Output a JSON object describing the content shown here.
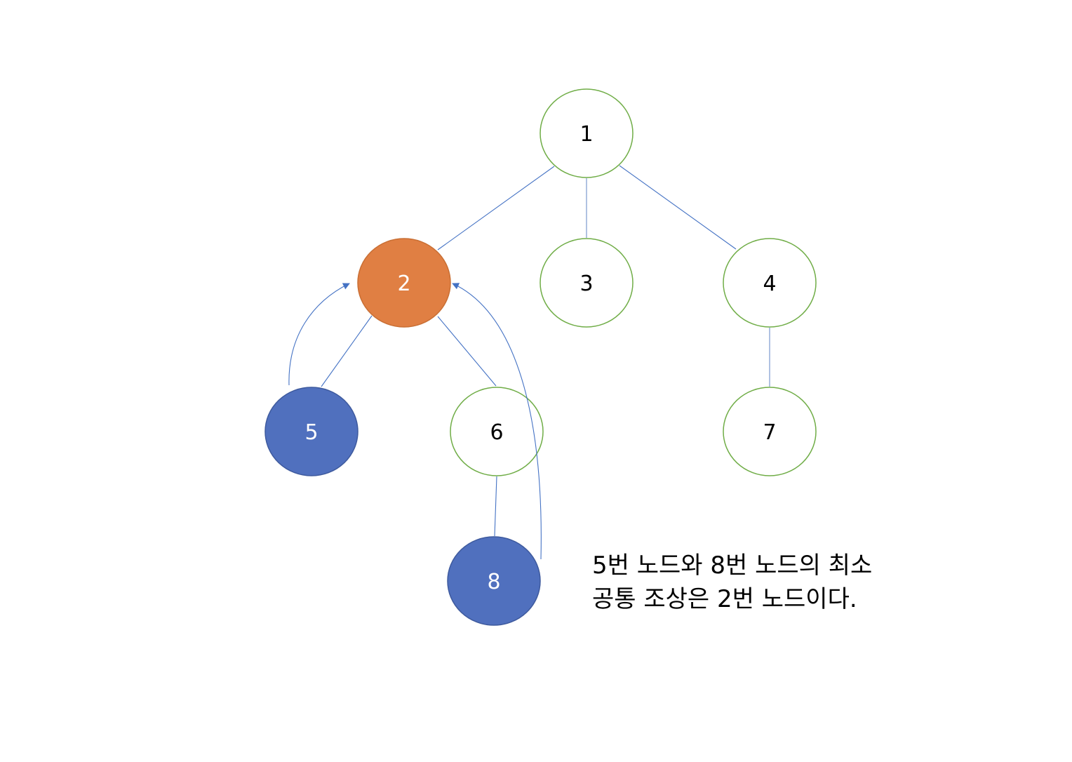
{
  "colors": {
    "default_stroke": "#70AD47",
    "default_fill": "#FFFFFF",
    "default_text": "#000000",
    "ancestor_fill": "#E07F43",
    "ancestor_stroke": "#C96F34",
    "query_fill": "#5070BE",
    "query_stroke": "#3E5A9E",
    "highlight_text": "#FFFFFF",
    "edge": "#4472C4"
  },
  "nodes": [
    {
      "id": "1",
      "label": "1",
      "role": "default"
    },
    {
      "id": "2",
      "label": "2",
      "role": "ancestor"
    },
    {
      "id": "3",
      "label": "3",
      "role": "default"
    },
    {
      "id": "4",
      "label": "4",
      "role": "default"
    },
    {
      "id": "5",
      "label": "5",
      "role": "query"
    },
    {
      "id": "6",
      "label": "6",
      "role": "default"
    },
    {
      "id": "7",
      "label": "7",
      "role": "default"
    },
    {
      "id": "8",
      "label": "8",
      "role": "query"
    }
  ],
  "edges": [
    {
      "from": "1",
      "to": "2"
    },
    {
      "from": "1",
      "to": "3"
    },
    {
      "from": "1",
      "to": "4"
    },
    {
      "from": "2",
      "to": "5"
    },
    {
      "from": "2",
      "to": "6"
    },
    {
      "from": "4",
      "to": "7"
    },
    {
      "from": "6",
      "to": "8"
    }
  ],
  "arrows": [
    {
      "from": "5",
      "to": "2"
    },
    {
      "from": "8",
      "to": "2"
    }
  ],
  "caption": {
    "line1": "5번 노드와 8번 노드의 최소",
    "line2": "공통 조상은 2번 노드이다."
  }
}
